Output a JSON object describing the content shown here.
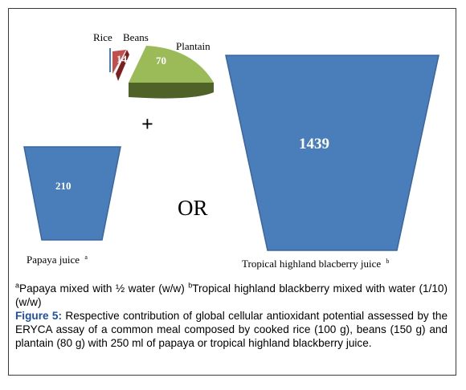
{
  "figure": {
    "rice_label": "Rice",
    "beans_label": "Beans",
    "plantain_label": "Plantain",
    "beans_value": "14",
    "plantain_value": "70",
    "plus_sign": "+",
    "or_label": "OR",
    "papaya_value": "210",
    "papaya_label": "Papaya juice",
    "papaya_mark": "a",
    "blackberry_value": "1439",
    "blackberry_label": "Tropical highland blacberry  juice",
    "blackberry_mark": "b"
  },
  "colors": {
    "cup_fill": "#4a7ebb",
    "cup_stroke": "#3a65a0",
    "plantain_top": "#9bbb59",
    "plantain_side": "#4f6228",
    "beans_fill": "#c0504d",
    "beans_side": "#7f1f1d"
  },
  "caption": {
    "note_a_mark": "a",
    "note_a_text": "Papaya mixed with ½ water (w/w) ",
    "note_b_mark": "b",
    "note_b_text": "Tropical highland blackberry mixed with water (1/10)  (w/w)",
    "figure_label": "Figure 5:",
    "figure_text": " Respective contribution of global cellular antioxidant potential assessed by the ERYCA assay of a common meal composed by cooked rice (100 g), beans (150 g) and plantain (80 g) with 250 ml of papaya or tropical highland blackberry juice."
  }
}
